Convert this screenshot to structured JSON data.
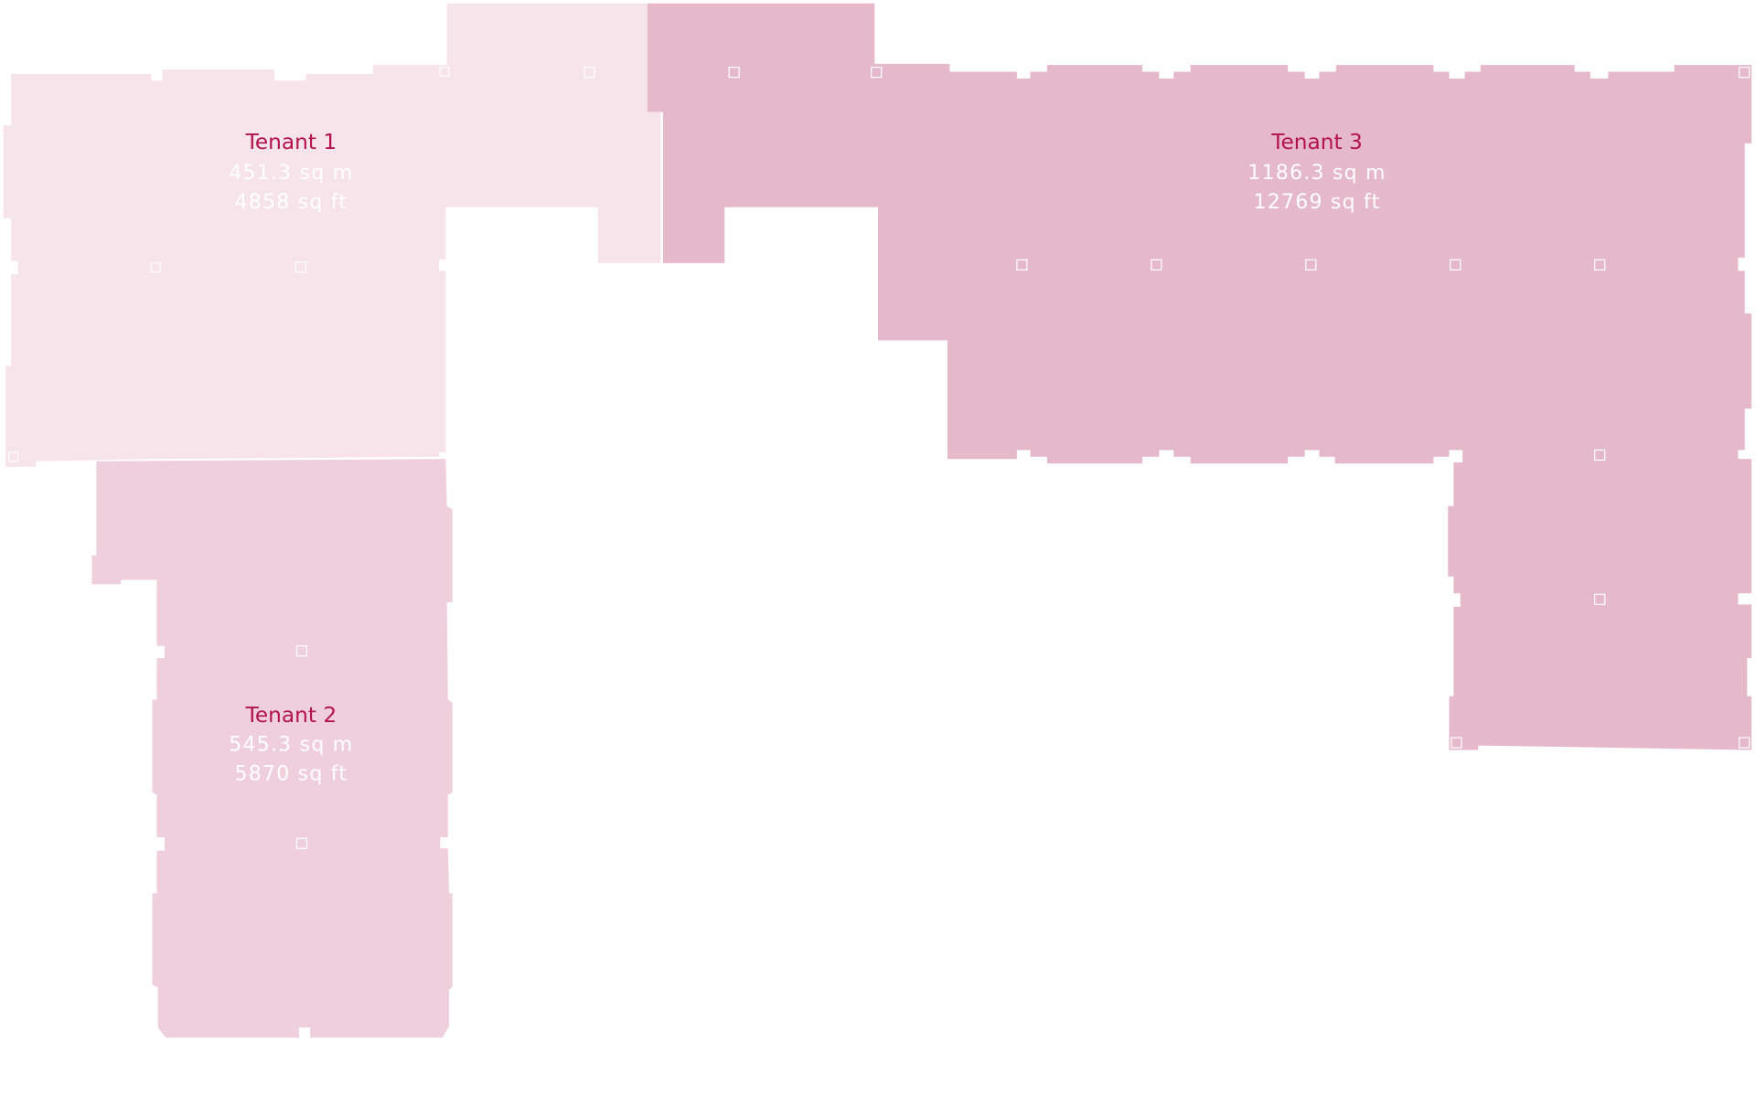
{
  "colors": {
    "tenant1_fill": "#f7e4ea",
    "tenant2_fill": "#efcfdc",
    "tenant3_fill": "#e6b9ca",
    "title_text": "#b3124f",
    "area_text": "#ffffff"
  },
  "tenants": [
    {
      "name": "Tenant 1",
      "area_m": "451.3 sq m",
      "area_ft": "4858 sq ft"
    },
    {
      "name": "Tenant 2",
      "area_m": "545.3 sq m",
      "area_ft": "5870 sq ft"
    },
    {
      "name": "Tenant 3",
      "area_m": "1186.3 sq m",
      "area_ft": "12769 sq ft"
    }
  ]
}
